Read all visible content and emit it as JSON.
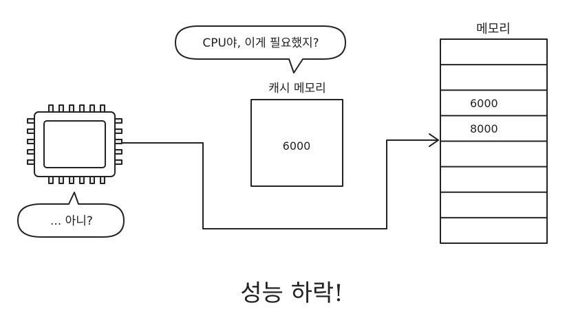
{
  "cpu": {
    "label": "CPU",
    "body_color": "#5a5a5a",
    "frame_color": "#d8d8d8"
  },
  "cpu_bubble": {
    "text": "... 아니?"
  },
  "cache": {
    "title": "캐시 메모리",
    "value": "6000"
  },
  "cache_bubble": {
    "text": "CPU야, 이게 필요했지?"
  },
  "memory": {
    "title": "메모리",
    "cells": [
      "",
      "",
      "6000",
      "8000",
      "",
      "",
      "",
      ""
    ]
  },
  "caption": {
    "text": "성능 하락!"
  }
}
